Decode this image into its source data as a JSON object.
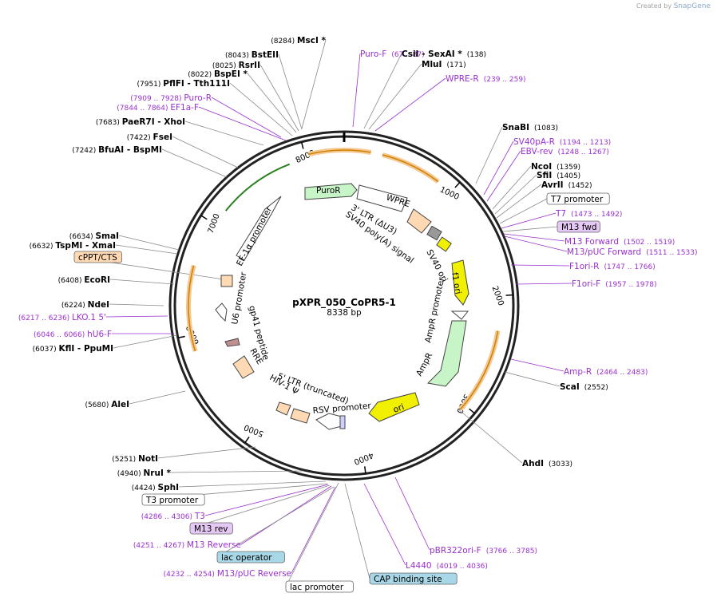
{
  "brand": {
    "created_by": "Created by",
    "app_name": "SnapGene"
  },
  "plasmid": {
    "name": "pXPR_050_CoPR5-1",
    "length": "8338 bp"
  },
  "ruler": [
    "1000",
    "2000",
    "3000",
    "4000",
    "5000",
    "6000",
    "7000",
    "8000"
  ],
  "colors": {
    "enzyme": "#000000",
    "primer": "#9a30d0",
    "ori": "#f0f000",
    "amp": "#c8f5c8",
    "arrow_orange": "#d08000",
    "arrow_green": "#2a8020"
  },
  "features": [
    {
      "label": "WPRE"
    },
    {
      "label": "3' LTR (ΔU3)"
    },
    {
      "label": "SV40 poly(A) signal"
    },
    {
      "label": "SV40 ori"
    },
    {
      "label": "f1 ori"
    },
    {
      "label": "AmpR promoter"
    },
    {
      "label": "AmpR"
    },
    {
      "label": "ori"
    },
    {
      "label": "RSV promoter"
    },
    {
      "label": "5' LTR (truncated)"
    },
    {
      "label": "HIV-1 Ψ"
    },
    {
      "label": "RRE"
    },
    {
      "label": "gp41 peptide"
    },
    {
      "label": "U6 promoter"
    },
    {
      "label": "EF-1α promoter"
    },
    {
      "label": "PuroR"
    }
  ],
  "right_labels": [
    {
      "name": "SnaBI",
      "pos": "(1083)",
      "kind": "enzyme"
    },
    {
      "name": "SV40pA-R",
      "pos": "(1194 .. 1213)",
      "kind": "primer"
    },
    {
      "name": "EBV-rev",
      "pos": "(1248 .. 1267)",
      "kind": "primer"
    },
    {
      "name": "NcoI",
      "pos": "(1359)",
      "kind": "enzyme"
    },
    {
      "name": "SfiI",
      "pos": "(1405)",
      "kind": "enzyme"
    },
    {
      "name": "AvrII",
      "pos": "(1452)",
      "kind": "enzyme"
    },
    {
      "name": "T7 promoter",
      "pos": "",
      "kind": "box"
    },
    {
      "name": "T7",
      "pos": "(1473 .. 1492)",
      "kind": "primer"
    },
    {
      "name": "M13 fwd",
      "pos": "",
      "kind": "purplebox"
    },
    {
      "name": "M13 Forward",
      "pos": "(1502 .. 1519)",
      "kind": "primer"
    },
    {
      "name": "M13/pUC Forward",
      "pos": "(1511 .. 1533)",
      "kind": "primer"
    },
    {
      "name": "F1ori-R",
      "pos": "(1747 .. 1766)",
      "kind": "primer"
    },
    {
      "name": "F1ori-F",
      "pos": "(1957 .. 1978)",
      "kind": "primer"
    },
    {
      "name": "Amp-R",
      "pos": "(2464 .. 2483)",
      "kind": "primer"
    },
    {
      "name": "ScaI",
      "pos": "(2552)",
      "kind": "enzyme"
    },
    {
      "name": "AhdI",
      "pos": "(3033)",
      "kind": "enzyme"
    }
  ],
  "top_labels": [
    {
      "name": "MscI",
      "pos": "(8284)",
      "star": "*",
      "kind": "enzyme"
    },
    {
      "name": "Puro-F",
      "pos": "(67 .. 87)",
      "kind": "primer"
    },
    {
      "name": "CsiI - SexAI",
      "pos": "(138)",
      "star": "*",
      "kind": "enzyme"
    },
    {
      "name": "MluI",
      "pos": "(171)",
      "kind": "enzyme"
    },
    {
      "name": "WPRE-R",
      "pos": "(239 .. 259)",
      "kind": "primer"
    }
  ],
  "left_labels": [
    {
      "name": "BstEII",
      "pos": "(8043)",
      "kind": "enzyme"
    },
    {
      "name": "RsrII",
      "pos": "(8025)",
      "kind": "enzyme"
    },
    {
      "name": "BspEI",
      "pos": "(8022)",
      "star": "*",
      "kind": "enzyme"
    },
    {
      "name": "PflFI - Tth111I",
      "pos": "(7951)",
      "kind": "enzyme"
    },
    {
      "name": "Puro-R",
      "pos": "(7909 .. 7928)",
      "kind": "primer"
    },
    {
      "name": "EF1a-F",
      "pos": "(7844 .. 7864)",
      "kind": "primer"
    },
    {
      "name": "PaeR7I - XhoI",
      "pos": "(7683)",
      "kind": "enzyme"
    },
    {
      "name": "FseI",
      "pos": "(7422)",
      "kind": "enzyme"
    },
    {
      "name": "BfuAI - BspMI",
      "pos": "(7242)",
      "kind": "enzyme"
    },
    {
      "name": "SmaI",
      "pos": "(6634)",
      "kind": "enzyme"
    },
    {
      "name": "TspMI - XmaI",
      "pos": "(6632)",
      "kind": "enzyme"
    },
    {
      "name": "cPPT/CTS",
      "pos": "",
      "kind": "orangebox"
    },
    {
      "name": "EcoRI",
      "pos": "(6408)",
      "kind": "enzyme"
    },
    {
      "name": "NdeI",
      "pos": "(6224)",
      "kind": "enzyme"
    },
    {
      "name": "LKO.1 5'",
      "pos": "(6217 .. 6236)",
      "kind": "primer"
    },
    {
      "name": "hU6-F",
      "pos": "(6046 .. 6066)",
      "kind": "primer"
    },
    {
      "name": "KflI - PpuMI",
      "pos": "(6037)",
      "kind": "enzyme"
    },
    {
      "name": "AleI",
      "pos": "(5680)",
      "kind": "enzyme"
    }
  ],
  "bottom_labels": [
    {
      "name": "NotI",
      "pos": "(5251)",
      "kind": "enzyme"
    },
    {
      "name": "NruI",
      "pos": "(4940)",
      "star": "*",
      "kind": "enzyme"
    },
    {
      "name": "SphI",
      "pos": "(4424)",
      "kind": "enzyme"
    },
    {
      "name": "T3 promoter",
      "pos": "",
      "kind": "box"
    },
    {
      "name": "T3",
      "pos": "(4286 .. 4306)",
      "kind": "primer"
    },
    {
      "name": "M13 rev",
      "pos": "",
      "kind": "purplebox"
    },
    {
      "name": "M13 Reverse",
      "pos": "(4251 .. 4267)",
      "kind": "primer"
    },
    {
      "name": "lac operator",
      "pos": "",
      "kind": "bluebox"
    },
    {
      "name": "M13/pUC Reverse",
      "pos": "(4232 .. 4254)",
      "kind": "primer"
    },
    {
      "name": "lac promoter",
      "pos": "",
      "kind": "box"
    },
    {
      "name": "CAP binding site",
      "pos": "",
      "kind": "bluebox"
    },
    {
      "name": "L4440",
      "pos": "(4019 .. 4036)",
      "kind": "primer"
    },
    {
      "name": "pBR322ori-F",
      "pos": "(3766 .. 3785)",
      "kind": "primer"
    }
  ]
}
